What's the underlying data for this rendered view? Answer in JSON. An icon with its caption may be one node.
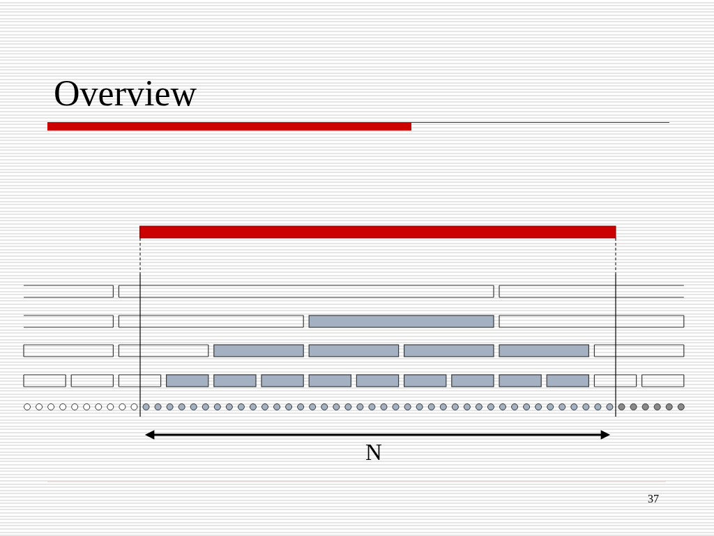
{
  "diagram": {
    "title": "Overview",
    "labels": [
      "N",
      "37"
    ]
  }
}
